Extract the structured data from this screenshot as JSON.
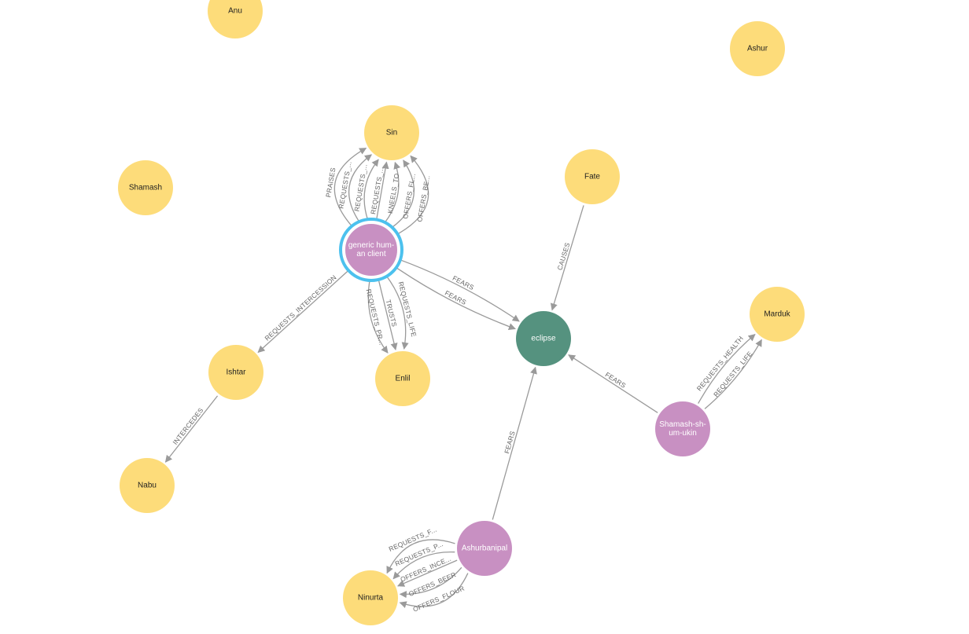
{
  "colors": {
    "deity": "#fddc7a",
    "person": "#c890c2",
    "event": "#55927f",
    "edge": "#9a9a9a",
    "edge_label": "#666666",
    "selection_ring": "#4cc1ee"
  },
  "nodes": [
    {
      "id": "anu",
      "label": [
        "Anu"
      ],
      "kind": "deity"
    },
    {
      "id": "ashur",
      "label": [
        "Ashur"
      ],
      "kind": "deity"
    },
    {
      "id": "sin",
      "label": [
        "Sin"
      ],
      "kind": "deity"
    },
    {
      "id": "shamash",
      "label": [
        "Shamash"
      ],
      "kind": "deity"
    },
    {
      "id": "fate",
      "label": [
        "Fate"
      ],
      "kind": "deity"
    },
    {
      "id": "generic",
      "label": [
        "generic hum-",
        "an client"
      ],
      "kind": "person",
      "selected": true
    },
    {
      "id": "marduk",
      "label": [
        "Marduk"
      ],
      "kind": "deity"
    },
    {
      "id": "eclipse",
      "label": [
        "eclipse"
      ],
      "kind": "event"
    },
    {
      "id": "ishtar",
      "label": [
        "Ishtar"
      ],
      "kind": "deity"
    },
    {
      "id": "enlil",
      "label": [
        "Enlil"
      ],
      "kind": "deity"
    },
    {
      "id": "shamashshumukin",
      "label": [
        "Shamash-sh-",
        "um-ukin"
      ],
      "kind": "person"
    },
    {
      "id": "nabu",
      "label": [
        "Nabu"
      ],
      "kind": "deity"
    },
    {
      "id": "ashurbanipal",
      "label": [
        "Ashurbanipal"
      ],
      "kind": "person"
    },
    {
      "id": "ninurta",
      "label": [
        "Ninurta"
      ],
      "kind": "deity"
    }
  ],
  "edges": [
    {
      "from": "generic",
      "to": "sin",
      "label": "PRAISES"
    },
    {
      "from": "generic",
      "to": "sin",
      "label": "REQUESTS_..."
    },
    {
      "from": "generic",
      "to": "sin",
      "label": "REQUESTS_..."
    },
    {
      "from": "generic",
      "to": "sin",
      "label": "REQUESTS_..."
    },
    {
      "from": "generic",
      "to": "sin",
      "label": "KNEELS_TO"
    },
    {
      "from": "generic",
      "to": "sin",
      "label": "OFFERS_FL..."
    },
    {
      "from": "generic",
      "to": "sin",
      "label": "OFFERS_BE..."
    },
    {
      "from": "generic",
      "to": "eclipse",
      "label": "FEARS"
    },
    {
      "from": "generic",
      "to": "eclipse",
      "label": "FEARS"
    },
    {
      "from": "generic",
      "to": "ishtar",
      "label": "REQUESTS_INTERCESSION"
    },
    {
      "from": "generic",
      "to": "enlil",
      "label": "REQUESTS_LIFE"
    },
    {
      "from": "generic",
      "to": "enlil",
      "label": "TRUSTS"
    },
    {
      "from": "generic",
      "to": "enlil",
      "label": "REQUESTS_PR..."
    },
    {
      "from": "fate",
      "to": "eclipse",
      "label": "CAUSES"
    },
    {
      "from": "ishtar",
      "to": "nabu",
      "label": "INTERCEDES"
    },
    {
      "from": "shamashshumukin",
      "to": "eclipse",
      "label": "FEARS"
    },
    {
      "from": "shamashshumukin",
      "to": "marduk",
      "label": "REQUESTS_HEALTH"
    },
    {
      "from": "shamashshumukin",
      "to": "marduk",
      "label": "REQUESTS_LIFE"
    },
    {
      "from": "ashurbanipal",
      "to": "eclipse",
      "label": "FEARS"
    },
    {
      "from": "ashurbanipal",
      "to": "ninurta",
      "label": "OFFERS_FLOUR"
    },
    {
      "from": "ashurbanipal",
      "to": "ninurta",
      "label": "OFFERS_BEER"
    },
    {
      "from": "ashurbanipal",
      "to": "ninurta",
      "label": "OFFERS_INCE..."
    },
    {
      "from": "ashurbanipal",
      "to": "ninurta",
      "label": "REQUESTS_P..."
    },
    {
      "from": "ashurbanipal",
      "to": "ninurta",
      "label": "REQUESTS_F..."
    }
  ]
}
